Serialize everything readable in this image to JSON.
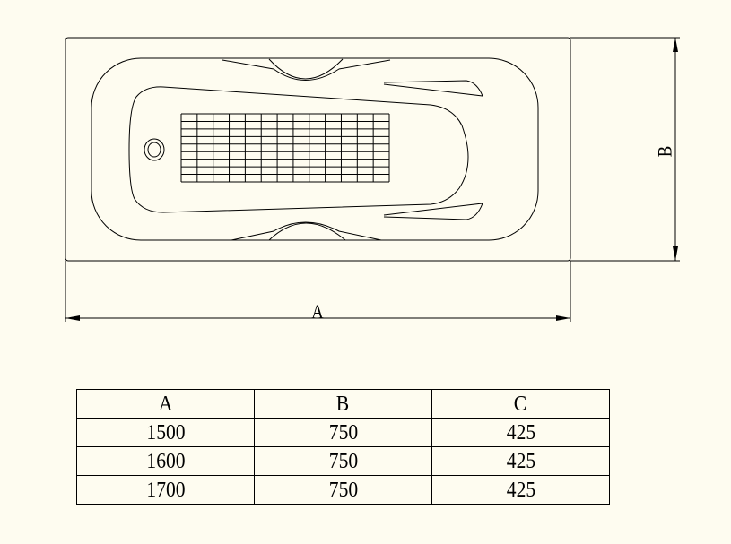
{
  "drawing": {
    "dimension_a_label": "A",
    "dimension_b_label": "B",
    "grid_columns": 13,
    "grid_rows": 9
  },
  "table": {
    "headers": [
      "A",
      "B",
      "C"
    ],
    "rows": [
      [
        "1500",
        "750",
        "425"
      ],
      [
        "1600",
        "750",
        "425"
      ],
      [
        "1700",
        "750",
        "425"
      ]
    ]
  }
}
